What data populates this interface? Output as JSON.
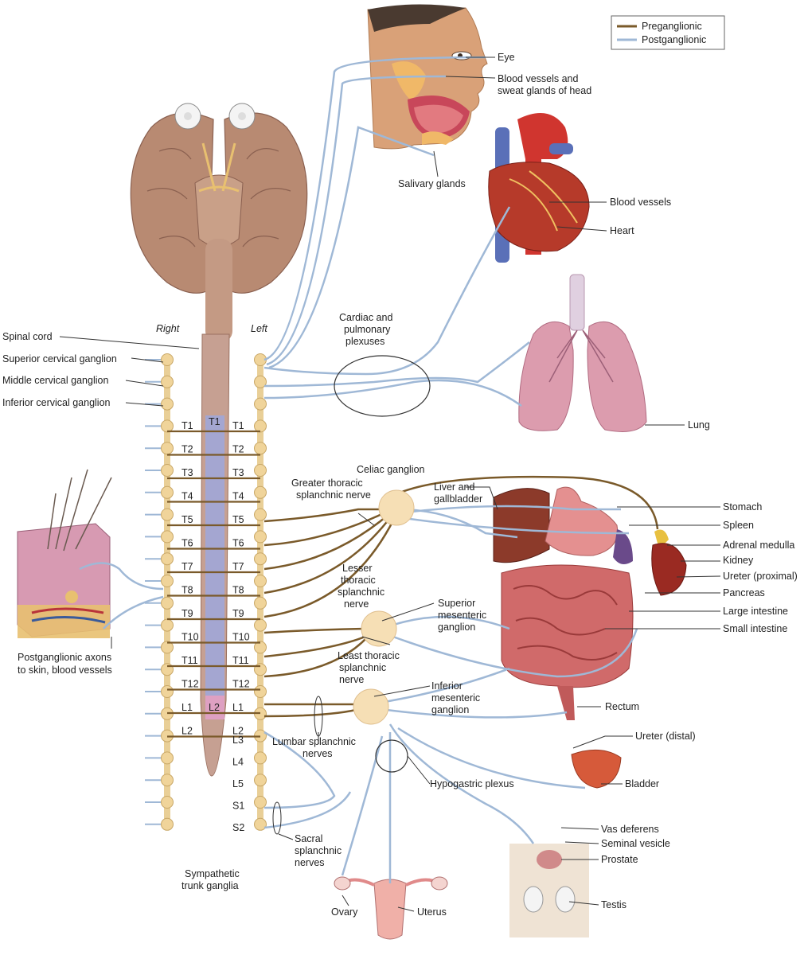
{
  "legend": {
    "preganglionic": "Preganglionic",
    "postganglionic": "Postganglionic",
    "pre_color": "#7a5a2a",
    "post_color": "#9fb8d6"
  },
  "sides": {
    "right": "Right",
    "left": "Left"
  },
  "segments": [
    "T1",
    "T2",
    "T3",
    "T4",
    "T5",
    "T6",
    "T7",
    "T8",
    "T9",
    "T10",
    "T11",
    "T12",
    "L1",
    "L2"
  ],
  "lower_segments": [
    "L3",
    "L4",
    "L5",
    "S1",
    "S2"
  ],
  "cord_labels": {
    "t1": "T1",
    "l2": "L2"
  },
  "left_labels": {
    "spinal_cord": "Spinal cord",
    "superior_cervical": "Superior cervical ganglion",
    "middle_cervical": "Middle cervical ganglion",
    "inferior_cervical": "Inferior cervical ganglion",
    "skin_1": "Postganglionic axons",
    "skin_2": "to skin, blood vessels",
    "trunk_1": "Sympathetic",
    "trunk_2": "trunk ganglia"
  },
  "center_labels": {
    "cardiac_1": "Cardiac and",
    "cardiac_2": "pulmonary",
    "cardiac_3": "plexuses",
    "celiac": "Celiac ganglion",
    "greater_1": "Greater thoracic",
    "greater_2": "splanchnic nerve",
    "lesser_1": "Lesser",
    "lesser_2": "thoracic",
    "lesser_3": "splanchnic",
    "lesser_4": "nerve",
    "sup_mes_1": "Superior",
    "sup_mes_2": "mesenteric",
    "sup_mes_3": "ganglion",
    "least_1": "Least thoracic",
    "least_2": "splanchnic",
    "least_3": "nerve",
    "inf_mes_1": "Inferior",
    "inf_mes_2": "mesenteric",
    "inf_mes_3": "ganglion",
    "lumbar_1": "Lumbar splanchnic",
    "lumbar_2": "nerves",
    "hypogastric": "Hypogastric plexus",
    "sacral_1": "Sacral",
    "sacral_2": "splanchnic",
    "sacral_3": "nerves",
    "liver_1": "Liver and",
    "liver_2": "gallbladder"
  },
  "organ_labels": {
    "eye": "Eye",
    "head_1": "Blood vessels and",
    "head_2": "sweat glands of head",
    "salivary": "Salivary glands",
    "blood_vessels": "Blood vessels",
    "heart": "Heart",
    "lung": "Lung",
    "stomach": "Stomach",
    "spleen": "Spleen",
    "adrenal": "Adrenal medulla",
    "kidney": "Kidney",
    "ureter_prox": "Ureter (proximal)",
    "pancreas": "Pancreas",
    "large_int": "Large intestine",
    "small_int": "Small intestine",
    "rectum": "Rectum",
    "ureter_dist": "Ureter (distal)",
    "bladder": "Bladder",
    "vas": "Vas deferens",
    "seminal": "Seminal vesicle",
    "prostate": "Prostate",
    "testis": "Testis",
    "ovary": "Ovary",
    "uterus": "Uterus"
  }
}
